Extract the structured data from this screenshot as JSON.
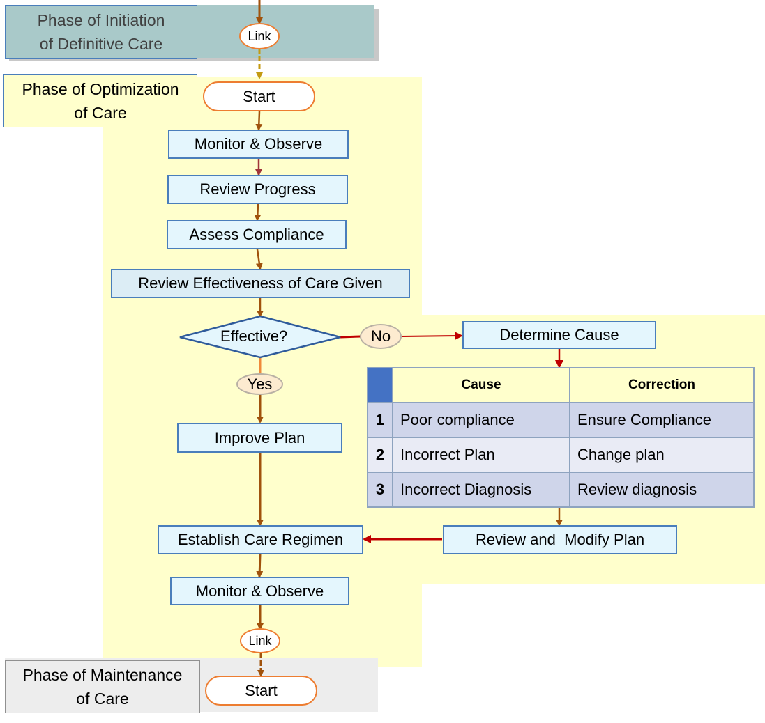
{
  "phases": {
    "initiation": {
      "label_line1": "Phase of Initiation",
      "label_line2": "of Definitive Care",
      "color": "#a9c9c9"
    },
    "optimization": {
      "label_line1": "Phase of Optimization",
      "label_line2": "of Care",
      "color": "#ffffcc"
    },
    "maintenance": {
      "label_line1": "Phase of Maintenance",
      "label_line2": "of Care",
      "color": "#ededed"
    }
  },
  "nodes": {
    "link_top": "Link",
    "start_optimization": "Start",
    "monitor_observe_1": "Monitor & Observe",
    "review_progress": "Review Progress",
    "assess_compliance": "Assess Compliance",
    "review_effectiveness": "Review Effectiveness of Care Given",
    "decision": "Effective?",
    "no_label": "No",
    "yes_label": "Yes",
    "determine_cause": "Determine Cause",
    "improve_plan": "Improve Plan",
    "establish_regimen": "Establish Care Regimen",
    "review_modify_plan": "Review and  Modify Plan",
    "monitor_observe_2": "Monitor & Observe",
    "link_bottom": "Link",
    "start_maintenance": "Start"
  },
  "cause_table": {
    "headers": [
      "",
      "Cause",
      "Correction"
    ],
    "rows": [
      {
        "num": "1",
        "cause": "Poor compliance",
        "correction": "Ensure Compliance"
      },
      {
        "num": "2",
        "cause": "Incorrect Plan",
        "correction": "Change plan"
      },
      {
        "num": "3",
        "cause": "Incorrect Diagnosis",
        "correction": "Review diagnosis"
      }
    ]
  },
  "colors": {
    "process_fill": "#e4f6fd",
    "process_border": "#4a7ebb",
    "terminator_border": "#ed7d31",
    "flow_arrow": "#a0520c",
    "negative_arrow": "#c00000",
    "table_header_accent": "#4472c4"
  }
}
